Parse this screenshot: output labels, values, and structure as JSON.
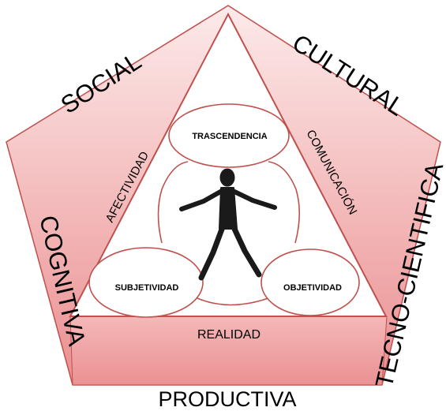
{
  "outer_dimensions": [
    "SOCIAL",
    "CULTURAL",
    "COGNITIVA",
    "TECNO-CIENTIFICA",
    "PRODUCTIVA"
  ],
  "triangle_sides": {
    "left": "AFECTIVIDAD",
    "right": "COMUNICACIÓN",
    "base": "REALIDAD"
  },
  "ovals": {
    "top": "TRASCENDENCIA",
    "left": "SUBJETIVIDAD",
    "right": "OBJETIVIDAD"
  },
  "colors": {
    "pentagon_fill_light": "#fde8e8",
    "pentagon_fill_dark": "#e9898a",
    "stroke": "#c0504d",
    "oval_stroke": "#c0504d"
  }
}
